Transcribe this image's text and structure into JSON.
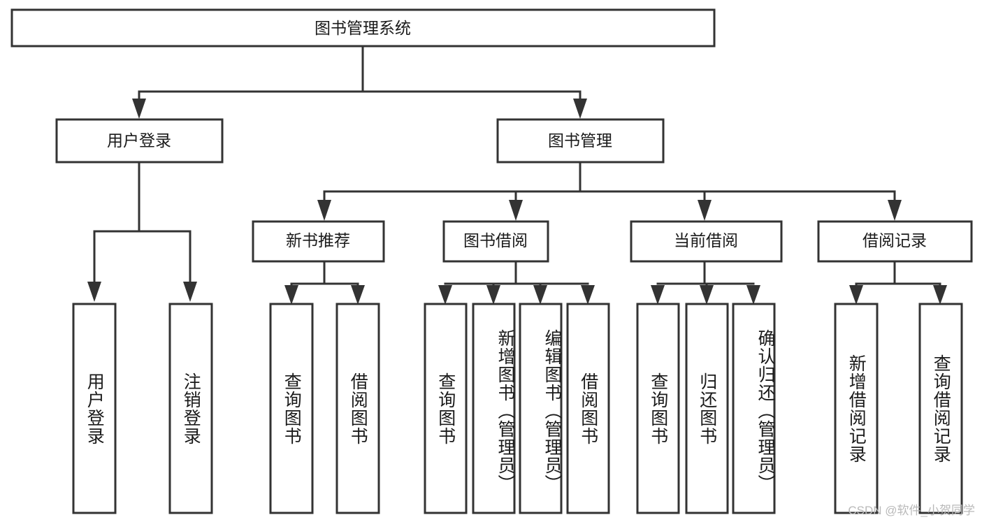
{
  "diagram": {
    "title_node": {
      "label": "图书管理系统"
    },
    "level2": [
      {
        "id": "user-login",
        "label": "用户登录"
      },
      {
        "id": "book-management",
        "label": "图书管理"
      }
    ],
    "level3": [
      {
        "id": "new-book-recommend",
        "label": "新书推荐"
      },
      {
        "id": "book-borrow",
        "label": "图书借阅"
      },
      {
        "id": "current-borrow",
        "label": "当前借阅"
      },
      {
        "id": "borrow-record",
        "label": "借阅记录"
      }
    ],
    "leaves": {
      "user_login": [
        {
          "id": "leaf-user-login",
          "label": "用户登录"
        },
        {
          "id": "leaf-logout-login",
          "label": "注销登录"
        }
      ],
      "new_book_recommend": [
        {
          "id": "leaf-query-book-1",
          "label": "查询图书"
        },
        {
          "id": "leaf-borrow-book-1",
          "label": "借阅图书"
        }
      ],
      "book_borrow": [
        {
          "id": "leaf-query-book-2",
          "label": "查询图书"
        },
        {
          "id": "leaf-add-book",
          "label": "新增图书（管理员）"
        },
        {
          "id": "leaf-edit-book",
          "label": "编辑图书（管理员）"
        },
        {
          "id": "leaf-borrow-book-2",
          "label": "借阅图书"
        }
      ],
      "current_borrow": [
        {
          "id": "leaf-query-book-3",
          "label": "查询图书"
        },
        {
          "id": "leaf-return-book",
          "label": "归还图书"
        },
        {
          "id": "leaf-confirm-return",
          "label": "确认归还（管理员）"
        }
      ],
      "borrow_record": [
        {
          "id": "leaf-add-record",
          "label": "新增借阅记录"
        },
        {
          "id": "leaf-query-record",
          "label": "查询借阅记录"
        }
      ]
    },
    "colors": {
      "stroke": "#333333",
      "fill": "#ffffff",
      "text": "#1a1a1a",
      "watermark": "#b9b9b9"
    }
  },
  "watermark": {
    "text": "CSDN @软件_小贺同学"
  }
}
